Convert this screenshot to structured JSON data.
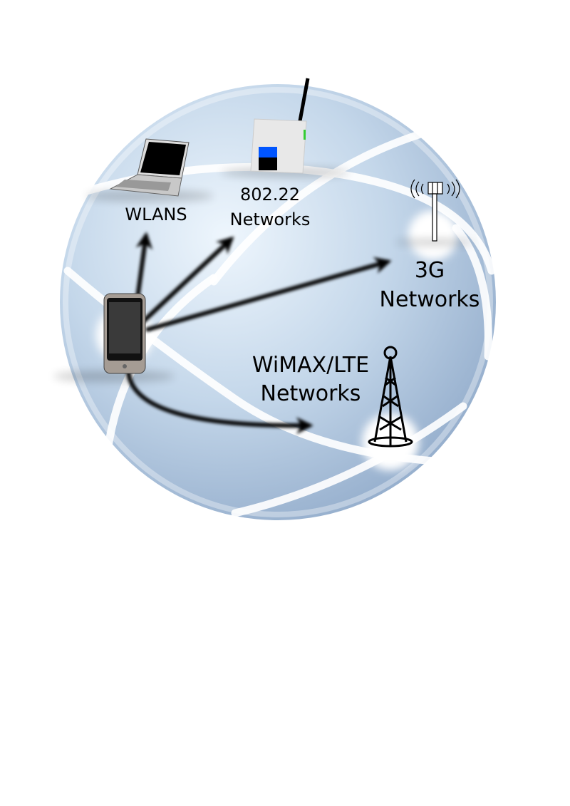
{
  "diagram": {
    "nodes": [
      {
        "id": "phone",
        "icon": "smartphone-icon"
      },
      {
        "id": "wlans",
        "icon": "laptop-icon",
        "label_lines": [
          "WLANS"
        ]
      },
      {
        "id": "wran",
        "icon": "wireless-router-icon",
        "label_lines": [
          "802.22",
          "Networks"
        ]
      },
      {
        "id": "3g",
        "icon": "cell-antenna-icon",
        "label_lines": [
          "3G",
          "Networks"
        ]
      },
      {
        "id": "wimax",
        "icon": "radio-tower-icon",
        "label_lines": [
          "WiMAX/LTE",
          "Networks"
        ]
      }
    ],
    "edges": [
      {
        "from": "phone",
        "to": "wlans"
      },
      {
        "from": "phone",
        "to": "wran"
      },
      {
        "from": "phone",
        "to": "3g"
      },
      {
        "from": "phone",
        "to": "wimax"
      }
    ],
    "colors": {
      "globe_light": "#eaf3fc",
      "globe_dark": "#8fa9c9",
      "arrow": "#000000",
      "router_screen": "#0055ff"
    }
  }
}
